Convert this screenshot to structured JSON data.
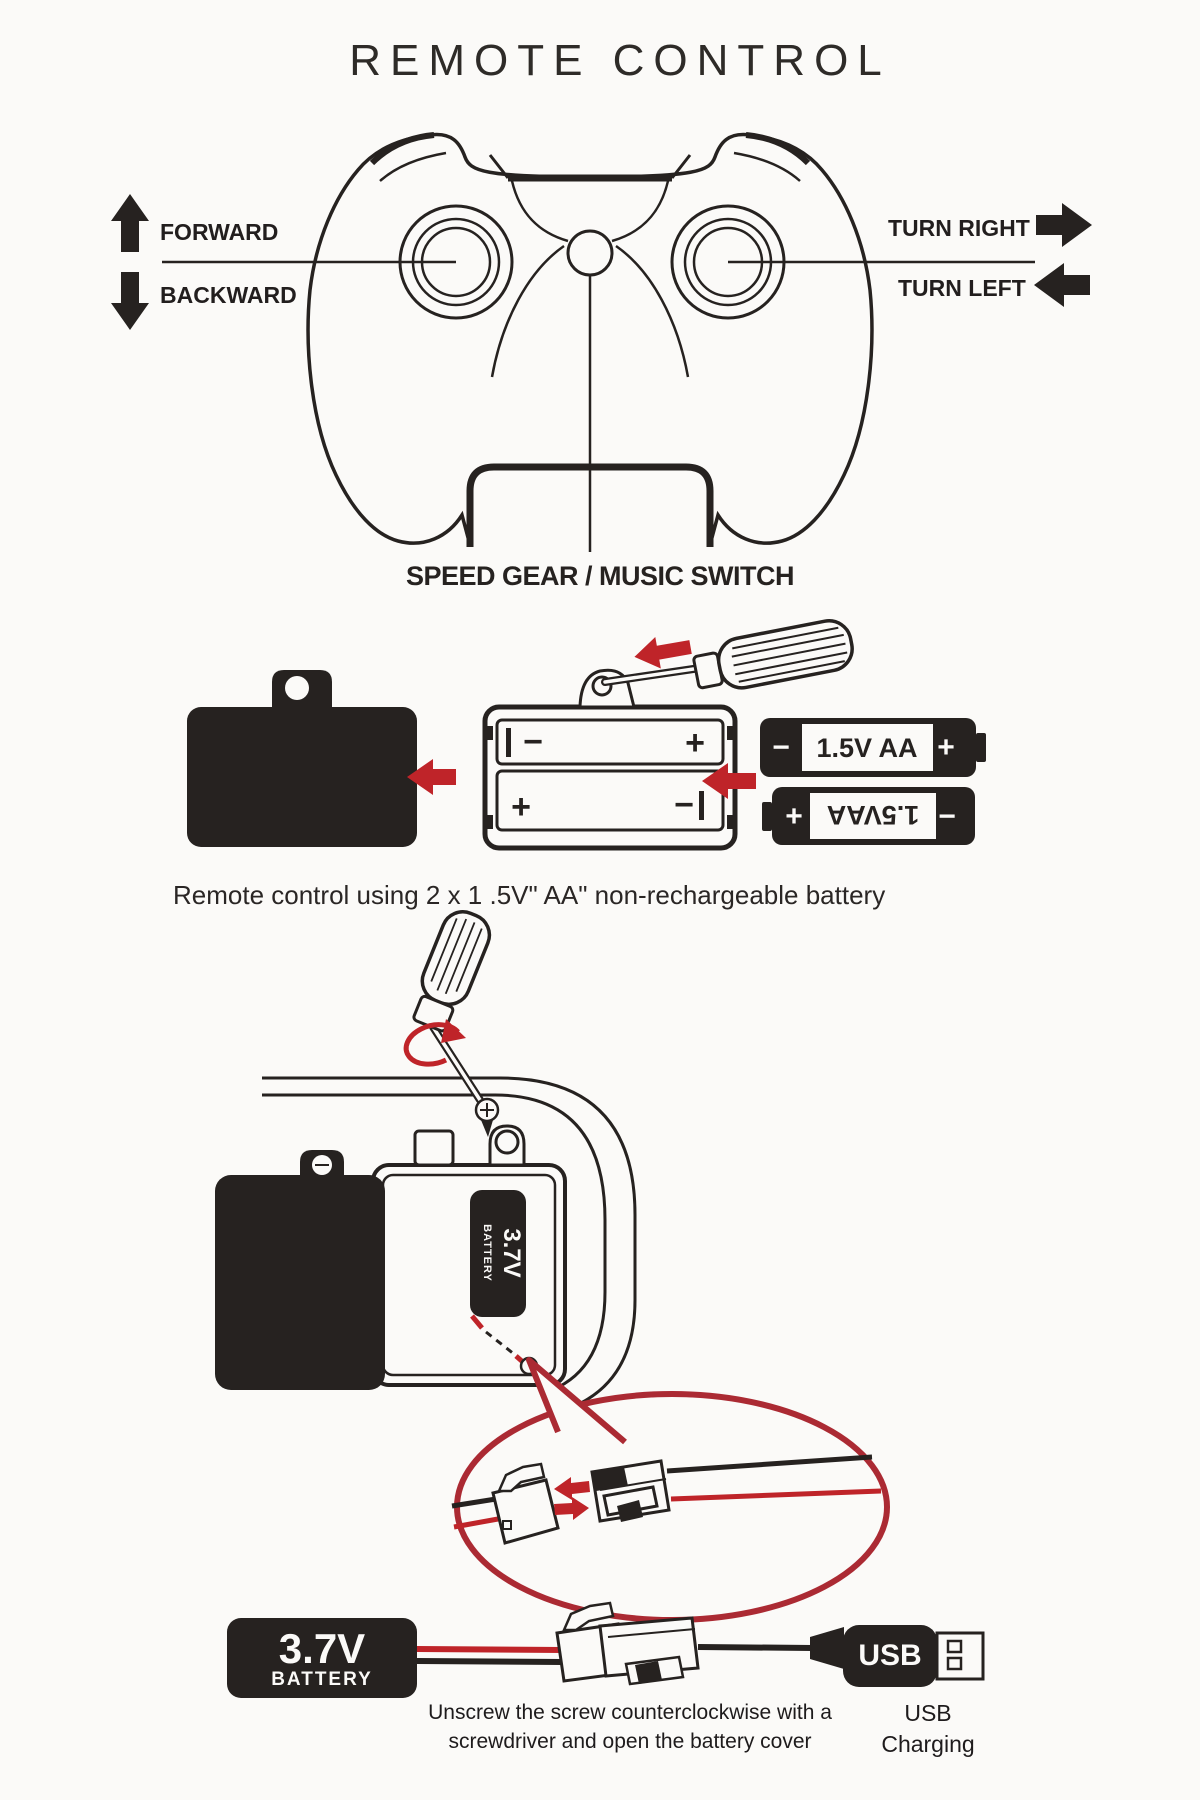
{
  "colors": {
    "ink": "#262220",
    "accent_red": "#bf2429",
    "callout_red": "#ab2a33",
    "paper": "#fbfaf8"
  },
  "title": "REMOTE CONTROL",
  "controller": {
    "forward": "FORWARD",
    "backward": "BACKWARD",
    "turn_right": "TURN RIGHT",
    "turn_left": "TURN LEFT",
    "center_label": "SPEED GEAR / MUSIC SWITCH"
  },
  "aa_section": {
    "battery1_label": "1.5V AA",
    "battery2_label": "1.5VAA",
    "signs": {
      "plus": "+",
      "minus": "−"
    },
    "caption": "Remote control using 2 x 1 .5V\" AA\" non-rechargeable battery"
  },
  "car_section": {
    "compartment_battery": {
      "line1": "3.7V",
      "line2": "BATTERY"
    },
    "pack_label": {
      "line1": "3.7V",
      "line2": "BATTERY"
    },
    "usb_plug": "USB",
    "usb_caption": {
      "line1": "USB",
      "line2": "Charging"
    },
    "instruction": {
      "line1": "Unscrew the screw counterclockwise with a",
      "line2": "screwdriver and open the battery cover"
    }
  }
}
